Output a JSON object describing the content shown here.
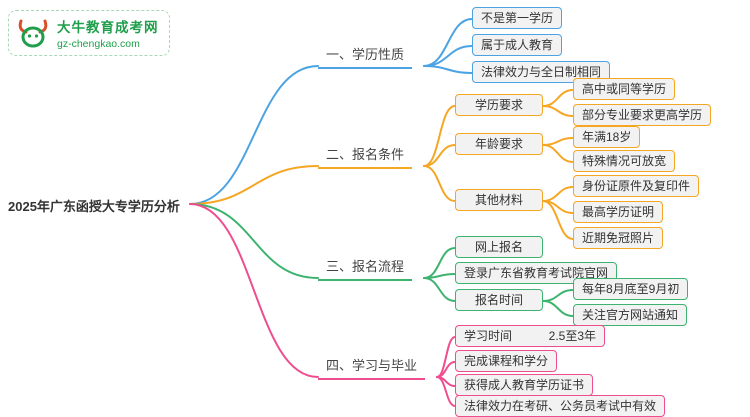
{
  "logo": {
    "name": "大牛教育成考网",
    "url": "gz-chengkao.com",
    "brand_color": "#1f9e4b"
  },
  "root": {
    "label": "2025年广东函授大专学历分析"
  },
  "branches": [
    {
      "label": "一、学历性质",
      "color": "#4ba3e3",
      "children": [
        {
          "label": "不是第一学历"
        },
        {
          "label": "属于成人教育"
        },
        {
          "label": "法律效力与全日制相同"
        }
      ]
    },
    {
      "label": "二、报名条件",
      "color": "#f5a623",
      "children": [
        {
          "label": "学历要求",
          "children": [
            {
              "label": "高中或同等学历"
            },
            {
              "label": "部分专业要求更高学历"
            }
          ]
        },
        {
          "label": "年龄要求",
          "children": [
            {
              "label": "年满18岁"
            },
            {
              "label": "特殊情况可放宽"
            }
          ]
        },
        {
          "label": "其他材料",
          "children": [
            {
              "label": "身份证原件及复印件"
            },
            {
              "label": "最高学历证明"
            },
            {
              "label": "近期免冠照片"
            }
          ]
        }
      ]
    },
    {
      "label": "三、报名流程",
      "color": "#3eb370",
      "children": [
        {
          "label": "网上报名"
        },
        {
          "label": "登录广东省教育考试院官网"
        },
        {
          "label": "报名时间",
          "children": [
            {
              "label": "每年8月底至9月初"
            },
            {
              "label": "关注官方网站通知"
            }
          ]
        }
      ]
    },
    {
      "label": "四、学习与毕业",
      "color": "#ee4e8f",
      "children": [
        {
          "label": "学习时间",
          "value": "2.5至3年"
        },
        {
          "label": "完成课程和学分"
        },
        {
          "label": "获得成人教育学历证书"
        },
        {
          "label": "法律效力在考研、公务员考试中有效"
        }
      ]
    }
  ]
}
